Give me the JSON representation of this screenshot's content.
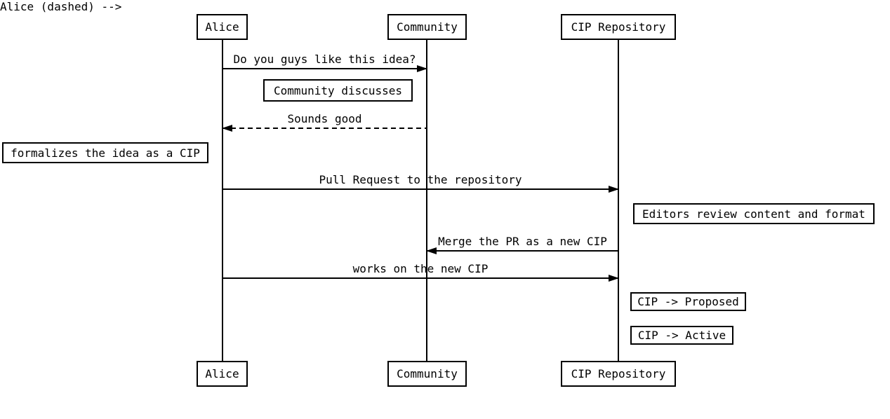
{
  "diagram": {
    "kind": "sequence-diagram",
    "colors": {
      "line": "#000000",
      "text": "#000000",
      "background": "#ffffff"
    },
    "actors": [
      {
        "name": "Alice"
      },
      {
        "name": "Community"
      },
      {
        "name": "CIP Repository"
      }
    ],
    "messages": [
      {
        "from": "Alice",
        "to": "Community",
        "label": "Do you guys like this idea?",
        "line": "solid"
      },
      {
        "from": "Community",
        "to": "Alice",
        "label": "Sounds good",
        "line": "dashed"
      },
      {
        "from": "Alice",
        "to": "CIP Repository",
        "label": "Pull Request to the repository",
        "line": "solid"
      },
      {
        "from": "CIP Repository",
        "to": "Community",
        "label": "Merge the PR as a new CIP",
        "line": "solid"
      },
      {
        "from": "Alice",
        "to": "CIP Repository",
        "label": "works on the new CIP",
        "line": "solid"
      }
    ],
    "notes": [
      {
        "text": "Community discusses",
        "anchor": "between Alice and Community"
      },
      {
        "text": "formalizes the idea as a CIP",
        "anchor": "left of Alice"
      },
      {
        "text": "Editors review content and format",
        "anchor": "right of CIP Repository"
      },
      {
        "text": "CIP -> Proposed",
        "anchor": "right of CIP Repository"
      },
      {
        "text": "CIP -> Active",
        "anchor": "right of CIP Repository"
      }
    ]
  }
}
